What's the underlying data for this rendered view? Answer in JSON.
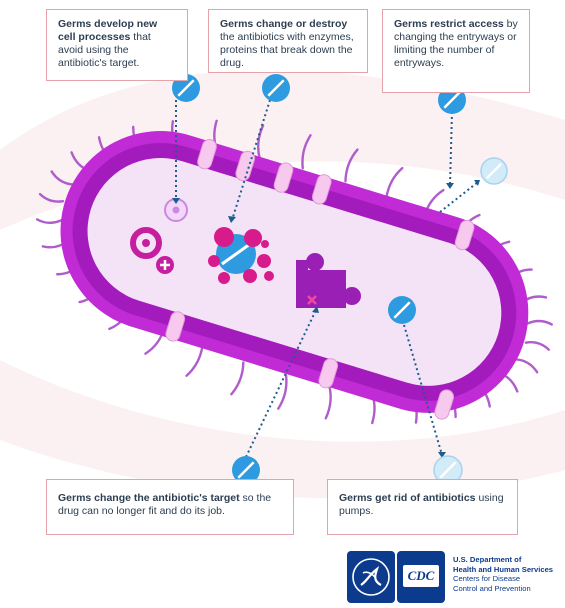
{
  "callouts": {
    "new_processes": {
      "bold": "Germs develop new cell processes",
      "text": " that avoid using the antibiotic's target."
    },
    "destroy": {
      "bold": "Germs change or destroy",
      "text": " the antibiotics with enzymes, proteins that break down the drug."
    },
    "restrict": {
      "bold": "Germs restrict access",
      "text": " by changing the entryways or limiting the number of entryways."
    },
    "target": {
      "bold": "Germs change the antibiotic's target",
      "text": " so the drug can no longer fit and do its job."
    },
    "pumps": {
      "bold": "Germs get rid of antibiotics",
      "text": " using pumps."
    }
  },
  "logo": {
    "line1": "U.S. Department of",
    "line2": "Health and Human Services",
    "line3": "Centers for Disease",
    "line4": "Control and Prevention",
    "cdc": "CDC"
  },
  "colors": {
    "membrane": "#c02bd6",
    "membrane_inner": "#a31bbd",
    "cytoplasm": "#f4e3f7",
    "pili": "#b05ccc",
    "antibiotic": "#2e9be0",
    "antibiotic_pale": "#d2ebf8",
    "enzyme": "#d81b8b",
    "target": "#9a1fb5",
    "arrow": "#1d5c8c",
    "callout_border": "#e4a3a8",
    "navy": "#0c3b8e"
  },
  "icons": [
    "antibiotic-pill-icon",
    "enzyme-cluster-icon",
    "target-puzzle-icon",
    "cell-process-icon",
    "pump-channel-icon",
    "hhs-seal-icon",
    "cdc-logo-icon"
  ]
}
